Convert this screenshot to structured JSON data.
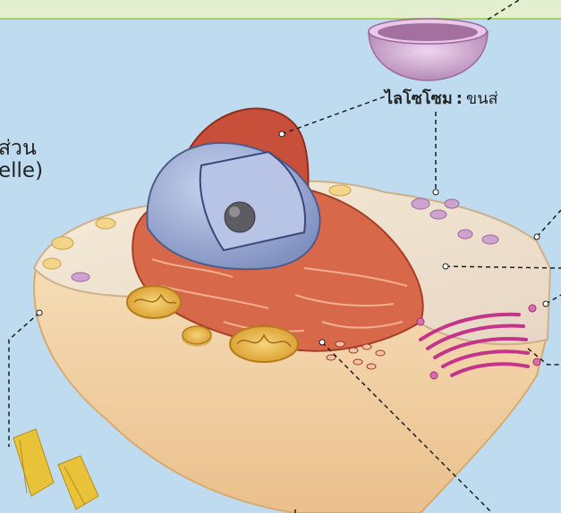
{
  "labels": {
    "lysosome_term": "ไลโซโซม",
    "lysosome_colon": ":",
    "lysosome_desc": "ขนส่",
    "side_line_1": "ส่วน",
    "side_line_2": "elle)"
  },
  "colors": {
    "background": "#bfdbef",
    "top_band": "#e4efcf",
    "membrane": "#f3d6a8",
    "cytoplasm": "#f7dfc0",
    "nucleus": "#9fb1d8",
    "nucleolus": "#5c5c62",
    "er": "#d0553a",
    "golgi": "#c9388f",
    "mitochondria": "#e8b43e",
    "lysosome": "#c99ac6",
    "leader_lines": "#1e1e1e"
  }
}
